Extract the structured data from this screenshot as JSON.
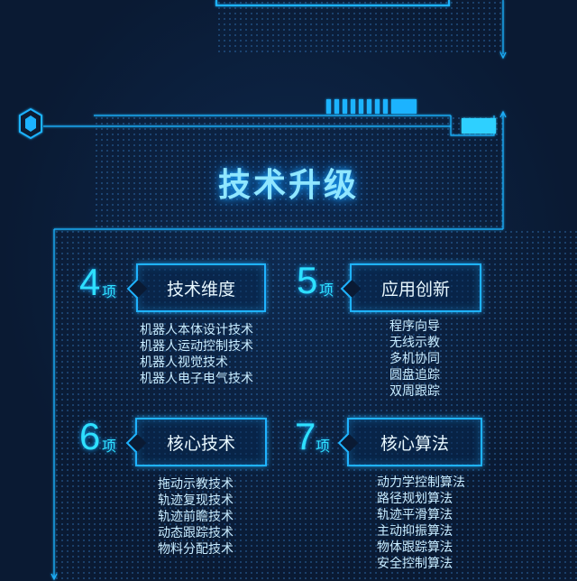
{
  "title": "技术升级",
  "colors": {
    "accent": "#1fb3ff",
    "number": "#2ee0ff",
    "background": "#0a1a33"
  },
  "icons": {
    "badge": "hexagon-icon"
  },
  "sections": [
    {
      "count": "4",
      "unit": "项",
      "label": "技术维度",
      "items": [
        "机器人本体设计技术",
        "机器人运动控制技术",
        "机器人视觉技术",
        "机器人电子电气技术"
      ]
    },
    {
      "count": "5",
      "unit": "项",
      "label": "应用创新",
      "items": [
        "程序向导",
        "无线示教",
        "多机协同",
        "圆盘追踪",
        "双周跟踪"
      ]
    },
    {
      "count": "6",
      "unit": "项",
      "label": "核心技术",
      "items": [
        "拖动示教技术",
        "轨迹复现技术",
        "轨迹前瞻技术",
        "动态跟踪技术",
        "物料分配技术"
      ]
    },
    {
      "count": "7",
      "unit": "项",
      "label": "核心算法",
      "items": [
        "动力学控制算法",
        "路径规划算法",
        "轨迹平滑算法",
        "主动抑振算法",
        "物体跟踪算法",
        "安全控制算法"
      ]
    }
  ]
}
